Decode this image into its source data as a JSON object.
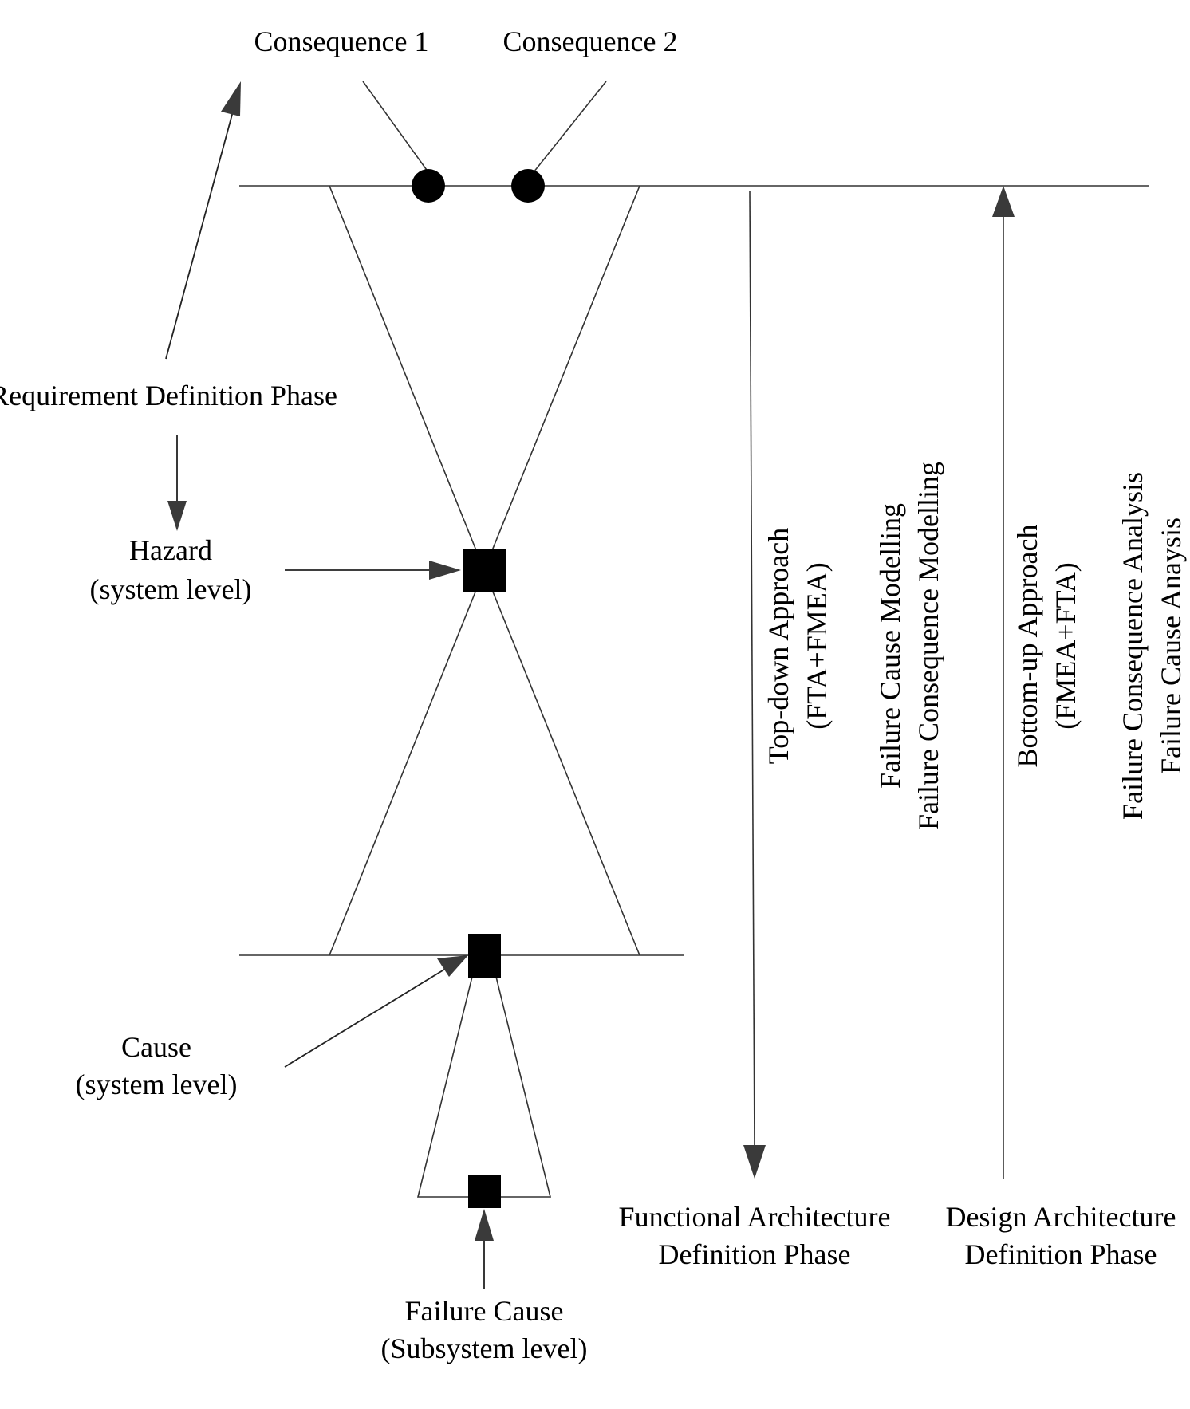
{
  "consequences": [
    "Consequence 1",
    "Consequence 2"
  ],
  "requirement_phase": "Requirement Definition Phase",
  "hazard": {
    "line1": "Hazard",
    "line2": "(system level)"
  },
  "cause": {
    "line1": "Cause",
    "line2": "(system level)"
  },
  "failure_cause": {
    "line1": "Failure Cause",
    "line2": "(Subsystem level)"
  },
  "top_down": {
    "line1": "Top-down Approach",
    "line2": "(FTA+FMEA)",
    "modelling1": "Failure Cause Modelling",
    "modelling2": "Failure Consequence Modelling"
  },
  "bottom_up": {
    "line1": "Bottom-up Approach",
    "line2": "(FMEA+FTA)",
    "analysis1": "Failure Consequence Analysis",
    "analysis2": "Failure Cause Anaysis"
  },
  "functional_phase": {
    "line1": "Functional Architecture",
    "line2": "Definition Phase"
  },
  "design_phase": {
    "line1": "Design Architecture",
    "line2": "Definition Phase"
  }
}
